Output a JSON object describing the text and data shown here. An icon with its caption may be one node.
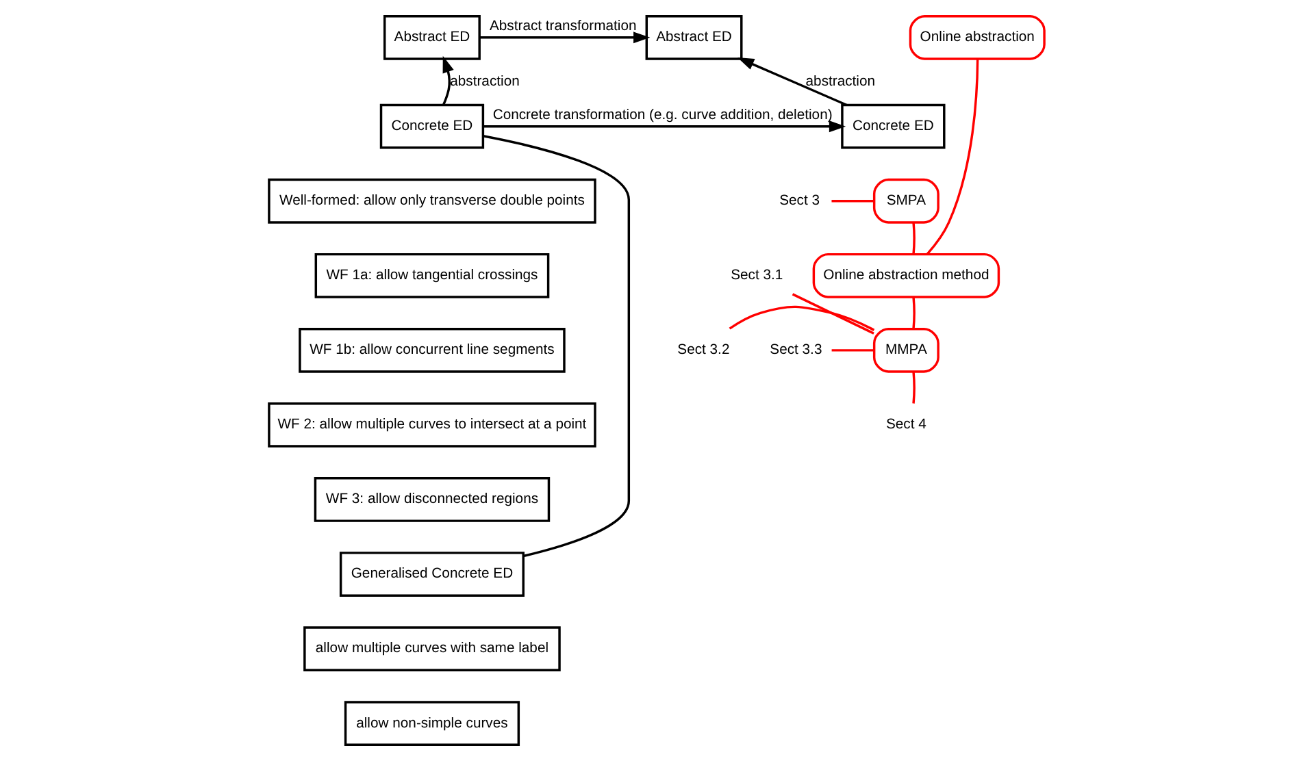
{
  "diagram": {
    "nodes": [
      {
        "text": [
          "Abstract ED"
        ]
      },
      {
        "text": [
          "Abstract ED"
        ]
      },
      {
        "text": [
          "Online abstraction"
        ]
      },
      {
        "text": [
          "Concrete ED"
        ]
      },
      {
        "text": [
          "Concrete ED"
        ]
      },
      {
        "text": [
          "Well-formed: allow only transverse double points"
        ]
      },
      {
        "text": [
          "Sect 3"
        ]
      },
      {
        "text": [
          "SMPA"
        ]
      },
      {
        "text": [
          "WF 1a: allow tangential crossings"
        ]
      },
      {
        "text": [
          "Sect 3.3"
        ]
      },
      {
        "text": [
          "WF 1b: allow concurrent line segments"
        ]
      },
      {
        "text": [
          "Online abstraction method"
        ]
      },
      {
        "text": [
          "MMPA"
        ]
      },
      {
        "text": [
          "Sect 3.2"
        ]
      },
      {
        "text": [
          "WF 2: allow multiple curves to intersect at a point"
        ]
      },
      {
        "text": [
          "Sect 3.1"
        ]
      },
      {
        "text": [
          "WF 3: allow disconnected regions"
        ]
      },
      {
        "text": [
          "Generalised Concrete ED"
        ]
      },
      {
        "text": [
          "allow multiple curves with same label"
        ]
      },
      {
        "text": [
          "allow non-simple curves"
        ]
      },
      {
        "text": [
          "Sect 4"
        ]
      }
    ],
    "edges": [
      {
        "from": 0,
        "to": 1,
        "arrow": "to",
        "label": "Abstract transformation",
        "color": "#000000"
      },
      {
        "from": 3,
        "to": 0,
        "arrow": "to",
        "label": "abstraction",
        "color": "#000000"
      },
      {
        "from": 4,
        "to": 1,
        "arrow": "to",
        "label": "abstraction",
        "color": "#000000"
      },
      {
        "from": 3,
        "to": 4,
        "arrow": "to",
        "label": "Concrete transformation (e.g. curve addition, deletion)",
        "color": "#000000"
      },
      {
        "from": 3,
        "to": 17,
        "arrow": "none",
        "color": "#000000"
      },
      {
        "from": 2,
        "to": 11,
        "arrow": "none",
        "color": "#ff0000"
      },
      {
        "from": 6,
        "to": 7,
        "arrow": "none",
        "color": "#ff0000"
      },
      {
        "from": 7,
        "to": 11,
        "arrow": "none",
        "color": "#ff0000"
      },
      {
        "from": 9,
        "to": 12,
        "arrow": "none",
        "color": "#ff0000"
      },
      {
        "from": 13,
        "to": 12,
        "arrow": "none",
        "color": "#ff0000"
      },
      {
        "from": 15,
        "to": 12,
        "arrow": "none",
        "color": "#ff0000"
      },
      {
        "from": 20,
        "to": 12,
        "arrow": "none",
        "color": "#ff0000"
      },
      {
        "from": 12,
        "to": 11,
        "arrow": "none",
        "color": "#ff0000"
      }
    ]
  }
}
